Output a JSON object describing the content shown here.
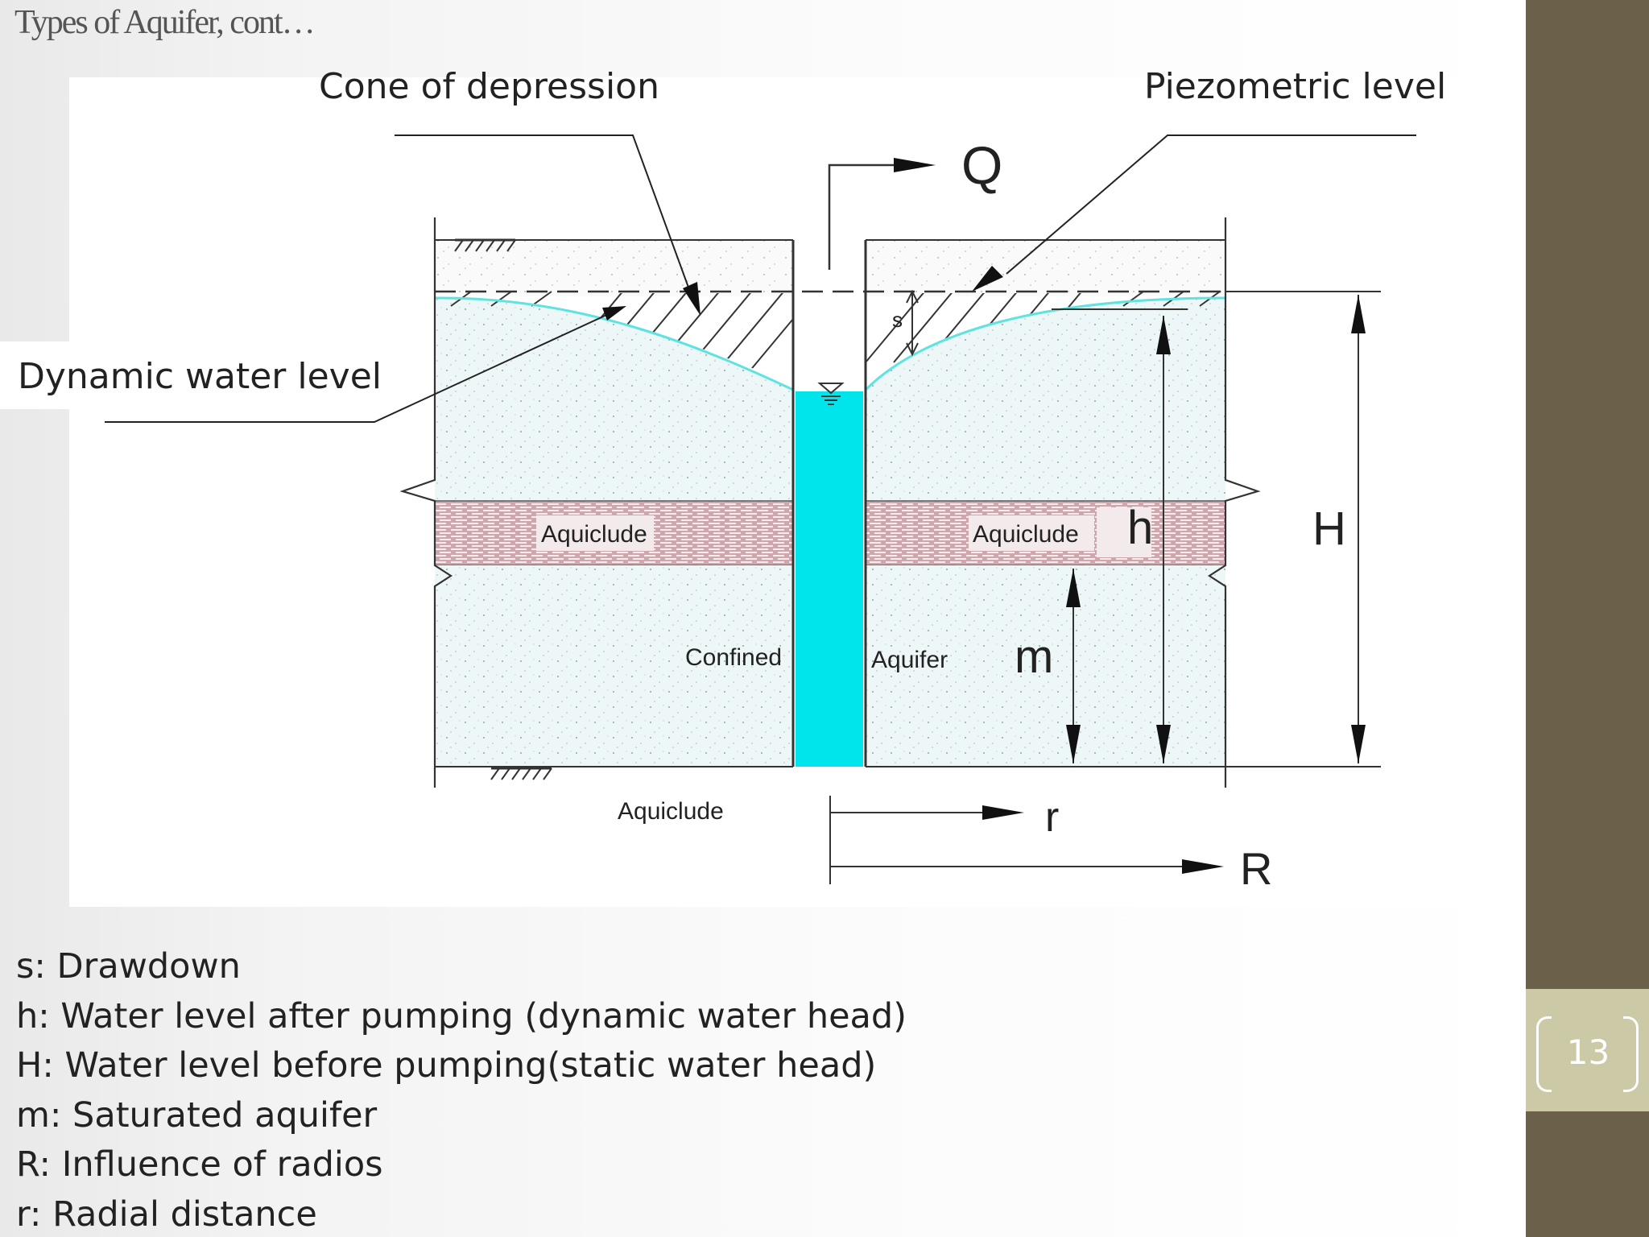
{
  "slide": {
    "title": "Types of Aquifer, cont…",
    "page_number": "13"
  },
  "callouts": {
    "cone_of_depression": "Cone of depression",
    "piezometric_level": "Piezometric level",
    "dynamic_water_level": "Dynamic water level"
  },
  "diagram": {
    "flow_label": "Q",
    "drawdown_label": "s",
    "dynamic_head_label": "h",
    "static_head_label": "H",
    "aquifer_thickness_label": "m",
    "radial_distance_label": "r",
    "influence_radius_label": "R",
    "aquiclude_left": "Aquiclude",
    "aquiclude_right": "Aquiclude",
    "aquiclude_bottom": "Aquiclude",
    "confined_label": "Confined",
    "aquifer_label": "Aquifer",
    "colors": {
      "well_water": "#00e5ec",
      "water_table": "#5fe3e0",
      "aquifer_fill": "#eef7f7",
      "aquiclude_band": "#cfa6ab"
    }
  },
  "legend": [
    "s: Drawdown",
    "h: Water level after pumping (dynamic water head)",
    "H: Water level before pumping(static water head)",
    "m: Saturated aquifer",
    "R: Influence of radios",
    "r: Radial distance"
  ],
  "theme": {
    "sidebar": "#6b604a",
    "page_tab": "#ccc9a7"
  }
}
